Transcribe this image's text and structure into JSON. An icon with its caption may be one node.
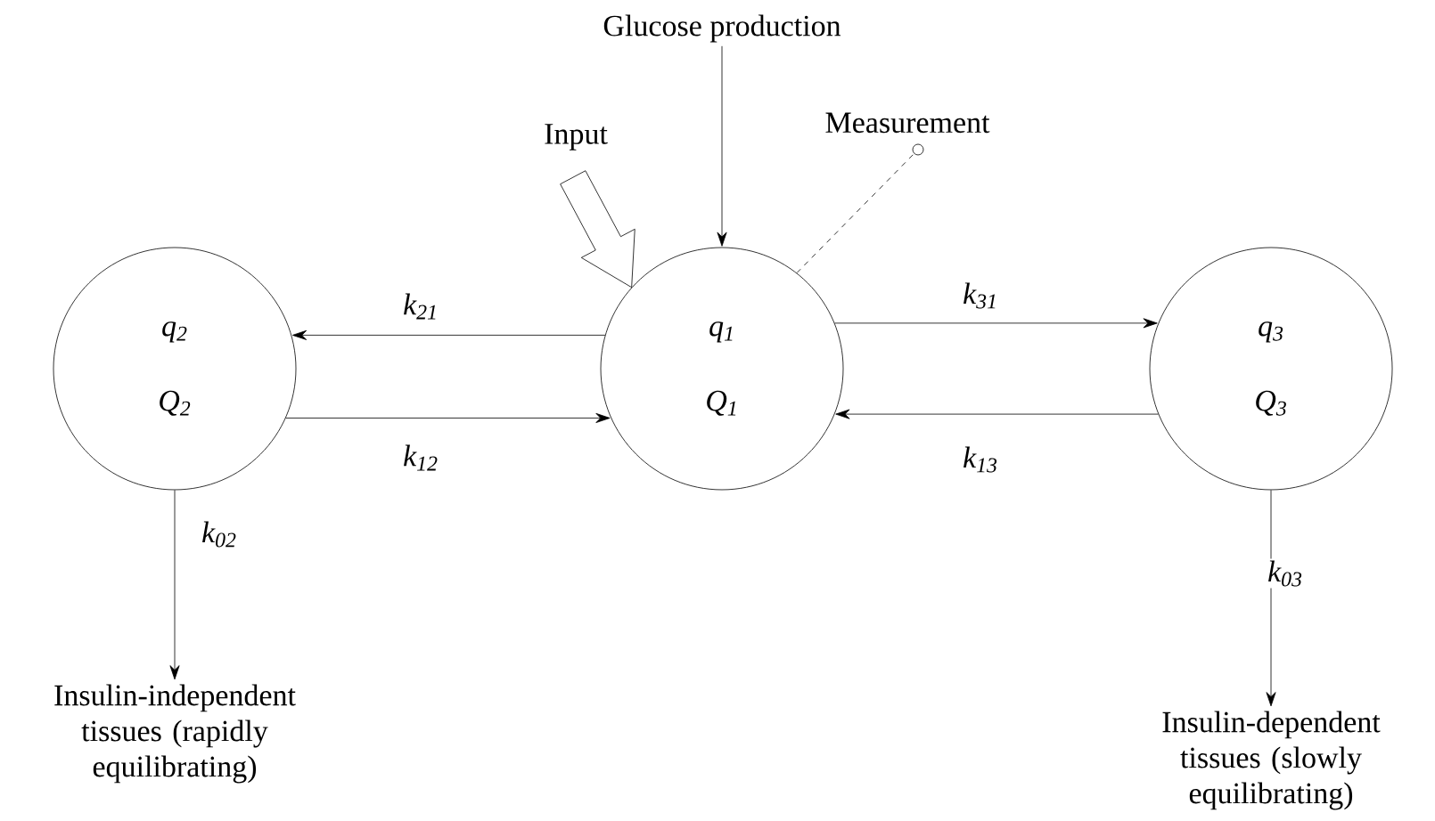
{
  "diagram": {
    "nodes": [
      {
        "text": [
          "q$_{2}$",
          "Q$_{2}$"
        ]
      },
      {
        "text": [
          "q$_{1}$",
          "Q$_{1}$"
        ]
      },
      {
        "text": [
          "q$_{3}$",
          "Q$_{3}$"
        ]
      },
      {
        "text": [
          "Glucose production"
        ]
      },
      {
        "text": [],
        "shape": "circle",
        "beside": [
          "Measurement"
        ]
      },
      {
        "text": [
          "Input"
        ]
      },
      {
        "text": [
          "Insulin-independent tissues (rapidly equilibrating)"
        ]
      },
      {
        "text": [
          "Insulin-dependent tissues (slowly equilibrating)"
        ]
      }
    ],
    "edges": [
      {
        "from": 3,
        "to": 1,
        "arrow": "to"
      },
      {
        "from": 5,
        "to": 1,
        "arrow": "to",
        "style": "thick"
      },
      {
        "from": 1,
        "to": 4,
        "arrow": "none",
        "style": "dashed"
      },
      {
        "from": 1,
        "to": 0,
        "arrow": "to",
        "label": "k$_{21}$"
      },
      {
        "from": 0,
        "to": 1,
        "arrow": "to",
        "label": "k$_{12}$"
      },
      {
        "from": 1,
        "to": 2,
        "arrow": "to",
        "label": "k$_{31}$"
      },
      {
        "from": 2,
        "to": 1,
        "arrow": "to",
        "label": "k$_{13}$"
      },
      {
        "from": 0,
        "to": 6,
        "arrow": "to",
        "label": "k$_{02}$"
      },
      {
        "from": 2,
        "to": 7,
        "arrow": "to",
        "label": "k$_{03}$"
      }
    ]
  }
}
